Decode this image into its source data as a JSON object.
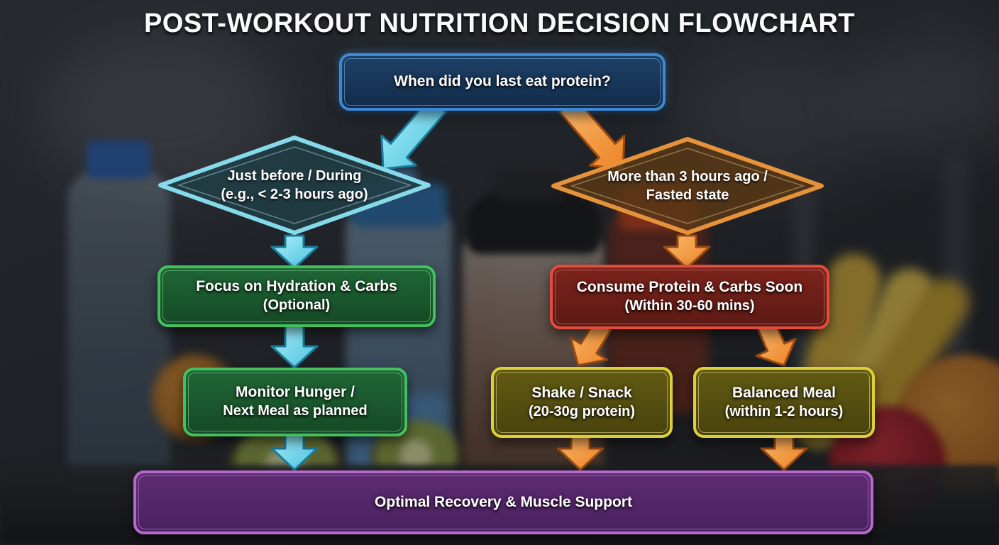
{
  "title": "POST-WORKOUT NUTRITION DECISION FLOWCHART",
  "flowchart": {
    "start": {
      "line1": "When did you last eat protein?"
    },
    "decision_left": {
      "line1": "Just before / During",
      "line2": "(e.g., < 2-3 hours ago)"
    },
    "decision_right": {
      "line1": "More than 3 hours ago /",
      "line2": "Fasted state"
    },
    "hydration": {
      "line1": "Focus on Hydration & Carbs",
      "line2": "(Optional)"
    },
    "consume": {
      "line1": "Consume Protein & Carbs Soon",
      "line2": "(Within 30-60 mins)"
    },
    "monitor": {
      "line1": "Monitor Hunger /",
      "line2": "Next Meal as planned"
    },
    "shake": {
      "line1": "Shake / Snack",
      "line2": "(20-30g protein)"
    },
    "meal": {
      "line1": "Balanced Meal",
      "line2": "(within 1-2 hours)"
    },
    "outcome": {
      "line1": "Optimal Recovery & Muscle Support"
    }
  },
  "edges": [
    {
      "from": "start",
      "to": "decision_left",
      "color": "cyan"
    },
    {
      "from": "start",
      "to": "decision_right",
      "color": "orange"
    },
    {
      "from": "decision_left",
      "to": "hydration",
      "color": "cyan"
    },
    {
      "from": "hydration",
      "to": "monitor",
      "color": "cyan"
    },
    {
      "from": "monitor",
      "to": "outcome",
      "color": "cyan"
    },
    {
      "from": "decision_right",
      "to": "consume",
      "color": "orange"
    },
    {
      "from": "consume",
      "to": "shake",
      "color": "orange"
    },
    {
      "from": "consume",
      "to": "meal",
      "color": "orange"
    },
    {
      "from": "shake",
      "to": "outcome",
      "color": "orange"
    },
    {
      "from": "meal",
      "to": "outcome",
      "color": "orange"
    }
  ],
  "colors": {
    "start_border": "#3c88d4",
    "decision_left_border": "#85d9e9",
    "decision_right_border": "#e5923b",
    "green_border": "#43c05e",
    "red_border": "#e24c3c",
    "yellow_border": "#ddcf38",
    "purple_border": "#b56acb",
    "arrow_cyan": "#6fd3e8",
    "arrow_orange": "#f29340",
    "text": "#ffffff"
  }
}
